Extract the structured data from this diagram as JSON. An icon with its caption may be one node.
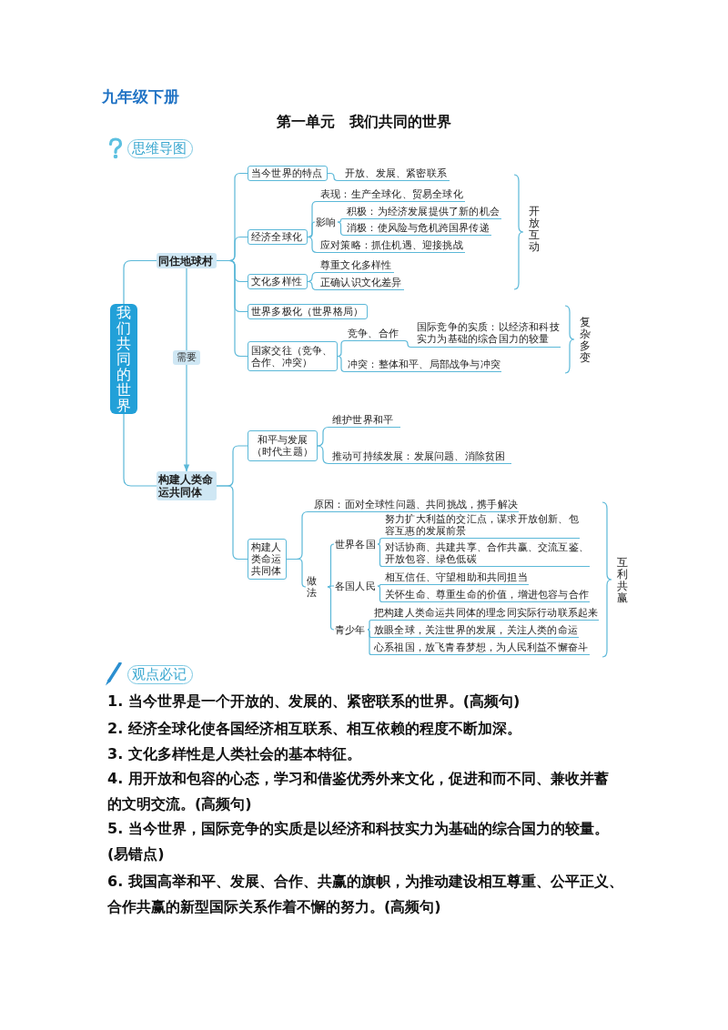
{
  "diagram": {
    "title": "第一单元　我们共同的世界",
    "nodes": [
      {
        "text": [
          "我们共同的世界"
        ]
      },
      {
        "text": [
          "同住地球村"
        ]
      },
      {
        "text": [
          "当今世界的特点"
        ]
      },
      {
        "text": [
          "开放、发展、紧密联系"
        ]
      },
      {
        "text": [
          "经济全球化"
        ]
      },
      {
        "text": [
          "表现：生产全球化、贸易全球化"
        ]
      },
      {
        "text": [
          "影响"
        ]
      },
      {
        "text": [
          "积极：为经济发展提供了新的机会"
        ]
      },
      {
        "text": [
          "消极：使风险与危机跨国界传递"
        ]
      },
      {
        "text": [
          "应对策略：抓住机遇、迎接挑战"
        ]
      },
      {
        "text": [
          "文化多样性"
        ]
      },
      {
        "text": [
          "尊重文化多样性"
        ]
      },
      {
        "text": [
          "正确认识文化差异"
        ]
      },
      {
        "text": [
          "世界多极化（世界格局）"
        ]
      },
      {
        "text": [
          "国家交往（竞争、合作、冲突）"
        ]
      },
      {
        "text": [
          "竞争、合作"
        ]
      },
      {
        "text": [
          "国际竞争的实质：以经济和科技实力为基础的综合国力的较量"
        ]
      },
      {
        "text": [
          "冲突：整体和平、局部战争与冲突"
        ]
      },
      {
        "text": [
          "构建人类命运共同体"
        ]
      },
      {
        "text": [
          "和平与发展（时代主题）"
        ]
      },
      {
        "text": [
          "维护世界和平"
        ]
      },
      {
        "text": [
          "推动可持续发展：发展问题、消除贫困"
        ]
      },
      {
        "text": [
          "构建人类命运共同体"
        ]
      },
      {
        "text": [
          "原因：面对全球性问题、共同挑战，携手解决"
        ]
      },
      {
        "text": [
          "做法"
        ]
      },
      {
        "text": [
          "世界各国"
        ]
      },
      {
        "text": [
          "努力扩大利益的交汇点，谋求开放创新、包容互惠的发展前景"
        ]
      },
      {
        "text": [
          "对话协商、共建共享、合作共赢、交流互鉴、开放包容、绿色低碳"
        ]
      },
      {
        "text": [
          "各国人民"
        ]
      },
      {
        "text": [
          "相互信任、守望相助和共同担当"
        ]
      },
      {
        "text": [
          "关怀生命、尊重生命的价值，增进包容与合作"
        ]
      },
      {
        "text": [
          "青少年"
        ]
      },
      {
        "text": [
          "把构建人类命运共同体的理念同实际行动联系起来"
        ]
      },
      {
        "text": [
          "放眼全球，关注世界的发展，关注人类的命运"
        ]
      },
      {
        "text": [
          "心系祖国，放飞青春梦想，为人民利益不懈奋斗"
        ]
      }
    ],
    "edges": [
      {
        "from": 0,
        "to": 1,
        "arrow": "none"
      },
      {
        "from": 0,
        "to": 18,
        "arrow": "none"
      },
      {
        "from": 1,
        "to": 2,
        "arrow": "none"
      },
      {
        "from": 1,
        "to": 4,
        "arrow": "none"
      },
      {
        "from": 1,
        "to": 10,
        "arrow": "none"
      },
      {
        "from": 1,
        "to": 13,
        "arrow": "none"
      },
      {
        "from": 1,
        "to": 14,
        "arrow": "none"
      },
      {
        "from": 2,
        "to": 3,
        "arrow": "none"
      },
      {
        "from": 4,
        "to": 5,
        "arrow": "none"
      },
      {
        "from": 4,
        "to": 6,
        "arrow": "none"
      },
      {
        "from": 4,
        "to": 9,
        "arrow": "none"
      },
      {
        "from": 6,
        "to": 7,
        "arrow": "none"
      },
      {
        "from": 6,
        "to": 8,
        "arrow": "none"
      },
      {
        "from": 10,
        "to": 11,
        "arrow": "none"
      },
      {
        "from": 10,
        "to": 12,
        "arrow": "none"
      },
      {
        "from": 14,
        "to": 15,
        "arrow": "none"
      },
      {
        "from": 14,
        "to": 17,
        "arrow": "none"
      },
      {
        "from": 15,
        "to": 16,
        "arrow": "none"
      },
      {
        "from": 1,
        "to": 18,
        "arrow": "to",
        "label": "需要"
      },
      {
        "from": 18,
        "to": 19,
        "arrow": "none"
      },
      {
        "from": 18,
        "to": 22,
        "arrow": "none"
      },
      {
        "from": 19,
        "to": 20,
        "arrow": "none"
      },
      {
        "from": 19,
        "to": 21,
        "arrow": "none"
      },
      {
        "from": 22,
        "to": 23,
        "arrow": "none"
      },
      {
        "from": 22,
        "to": 24,
        "arrow": "none"
      },
      {
        "from": 24,
        "to": 25,
        "arrow": "none"
      },
      {
        "from": 24,
        "to": 28,
        "arrow": "none"
      },
      {
        "from": 24,
        "to": 31,
        "arrow": "none"
      },
      {
        "from": 25,
        "to": 26,
        "arrow": "none"
      },
      {
        "from": 25,
        "to": 27,
        "arrow": "none"
      },
      {
        "from": 28,
        "to": 29,
        "arrow": "none"
      },
      {
        "from": 28,
        "to": 30,
        "arrow": "none"
      },
      {
        "from": 31,
        "to": 32,
        "arrow": "none"
      },
      {
        "from": 31,
        "to": 33,
        "arrow": "none"
      },
      {
        "from": 31,
        "to": 34,
        "arrow": "none"
      }
    ],
    "labels": [
      "九年级下册",
      "思维导图",
      "开放互动",
      "复杂多变",
      "互利共赢",
      "观点必记",
      "1. 当今世界是一个开放的、发展的、紧密联系的世界。(高频句)",
      "2. 经济全球化使各国经济相互联系、相互依赖的程度不断加深。",
      "3. 文化多样性是人类社会的基本特征。",
      "4. 用开放和包容的心态，学习和借鉴优秀外来文化，促进和而不同、兼收并蓄的文明交流。(高频句)",
      "5. 当今世界，国际竞争的实质是以经济和科技实力为基础的综合国力的较量。(易错点)",
      "6. 我国高举和平、发展、合作、共赢的旗帜，为推动建设相互尊重、公平正义、合作共赢的新型国际关系作着不懈的努力。(高频句)"
    ]
  }
}
